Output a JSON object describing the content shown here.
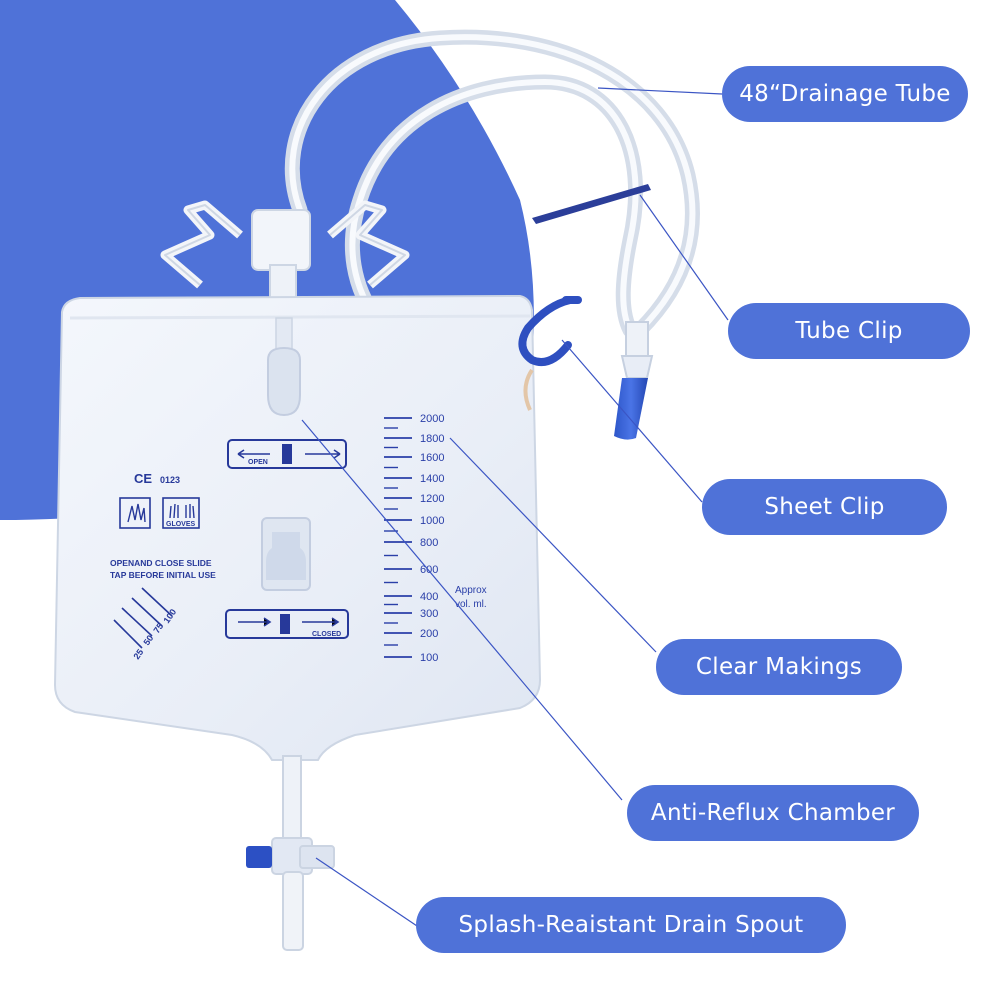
{
  "colors": {
    "accent": "#4f72d8",
    "background": "#ffffff",
    "print_blue": "#27399a",
    "callout_line": "#3b55c4"
  },
  "callouts": {
    "drainage_tube": "48“Drainage Tube",
    "tube_clip": "Tube Clip",
    "sheet_clip": "Sheet Clip",
    "clear_makings": "Clear Makings",
    "anti_reflux": "Anti-Reflux Chamber",
    "drain_spout": "Splash-Reaistant Drain Spout"
  },
  "bag_print": {
    "ce_mark": "CE",
    "ce_number": "0123",
    "gloves": "GLOVES",
    "instruction_line1": "OPENAND CLOSE SLIDE",
    "instruction_line2": "TAP BEFORE INITIAL USE",
    "open_label": "OPEN",
    "closed_label": "CLOSED",
    "approx_line1": "Approx",
    "approx_line2": "vol. ml.",
    "scale": [
      "2000",
      "1800",
      "1600",
      "1400",
      "1200",
      "1000",
      "800",
      "600",
      "400",
      "300",
      "200",
      "100"
    ],
    "small_scale": [
      "100",
      "75",
      "50",
      "25"
    ]
  }
}
